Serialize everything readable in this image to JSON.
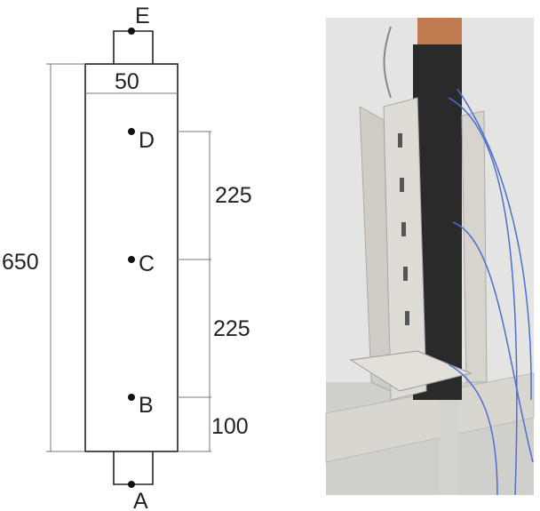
{
  "diagram": {
    "points": {
      "A": "A",
      "B": "B",
      "C": "C",
      "D": "D",
      "E": "E"
    },
    "dimensions": {
      "total_height": "650",
      "width": "50",
      "d_to_c": "225",
      "c_to_b": "225",
      "b_to_bottom": "100"
    }
  },
  "photo": {
    "colors": {
      "wall": "#e4e4e2",
      "bracket": "#d8d6cf",
      "specimen": "#2a2a2a",
      "wire": "#4a6fd0",
      "copper": "#c07a50"
    }
  }
}
